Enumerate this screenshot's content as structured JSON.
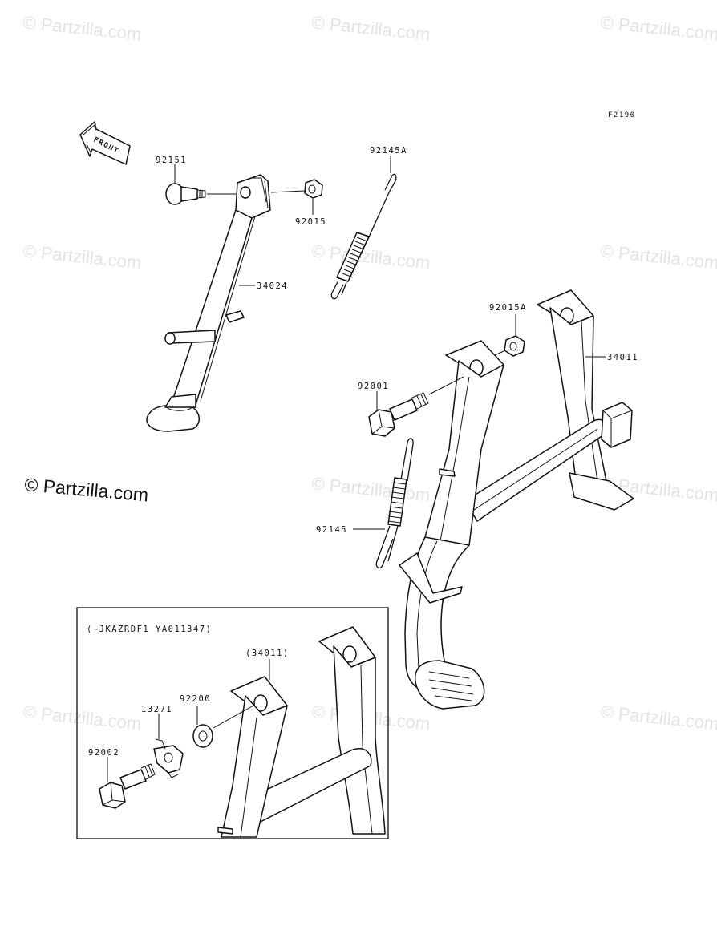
{
  "watermark": {
    "text": "© Partzilla.com"
  },
  "diagram_code": "F2190",
  "front_arrow_label": "FRONT",
  "inset_title": "(~JKAZRDF1 YA011347)",
  "part_labels": {
    "p92151": "92151",
    "p92015": "92015",
    "p92145A": "92145A",
    "p34024": "34024",
    "p92015A": "92015A",
    "p34011": "34011",
    "p92001": "92001",
    "p92145": "92145",
    "p34011_ref": "(34011)",
    "p13271": "13271",
    "p92200": "92200",
    "p92002": "92002"
  },
  "colors": {
    "line": "#111111",
    "watermark": "#e3e3e3",
    "background": "#ffffff"
  }
}
